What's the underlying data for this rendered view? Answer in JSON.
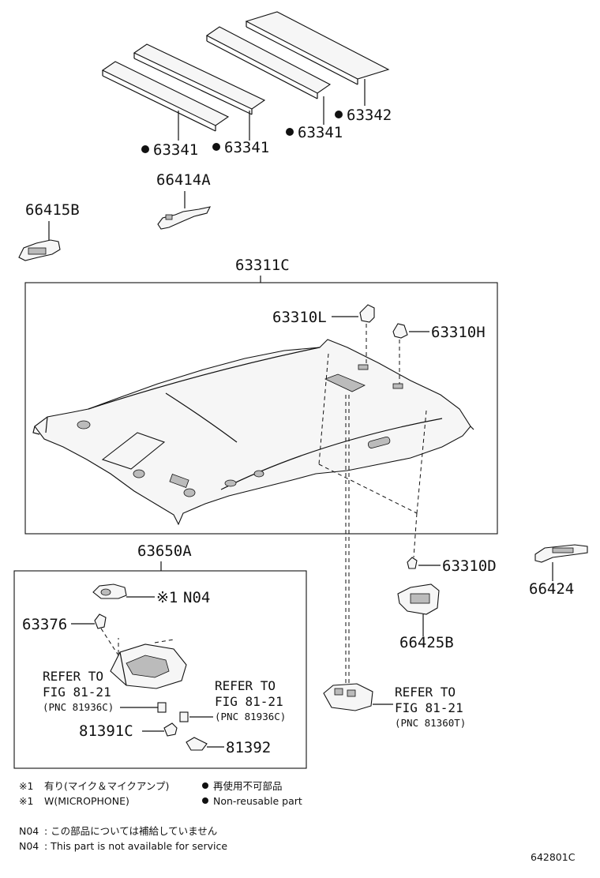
{
  "parts": {
    "strip_1": "63341",
    "strip_2": "63341",
    "strip_3": "63341",
    "strip_4": "63342",
    "bracket_66414": "66414A",
    "bracket_66415": "66415B",
    "headliner": "63311C",
    "clip_l": "63310L",
    "clip_h": "63310H",
    "clip_d": "63310D",
    "console_assy": "63650A",
    "pad_note_mark": "※1",
    "pad_note_code": "N04",
    "clip_63376": "63376",
    "part_81391": "81391C",
    "part_81392": "81392",
    "rail_66424": "66424",
    "bracket_66425": "66425B"
  },
  "references": {
    "left": {
      "l1": "REFER TO",
      "l2": "FIG 81-21",
      "pnc": "(PNC 81936C)"
    },
    "mid": {
      "l1": "REFER TO",
      "l2": "FIG 81-21",
      "pnc": "(PNC 81936C)"
    },
    "right": {
      "l1": "REFER TO",
      "l2": "FIG 81-21",
      "pnc": "(PNC 81360T)"
    }
  },
  "legend": {
    "mark1": "※1",
    "jp_with": "有り(マイク＆マイクアンプ)",
    "en_with": "W(MICROPHONE)",
    "jp_nonreusable": "再使用不可部品",
    "en_nonreusable": "Non-reusable part",
    "n04_label": "N04",
    "n04_jp": ": この部品については補給していません",
    "n04_en": ": This part is not available for service"
  },
  "figure_id": "642801C"
}
